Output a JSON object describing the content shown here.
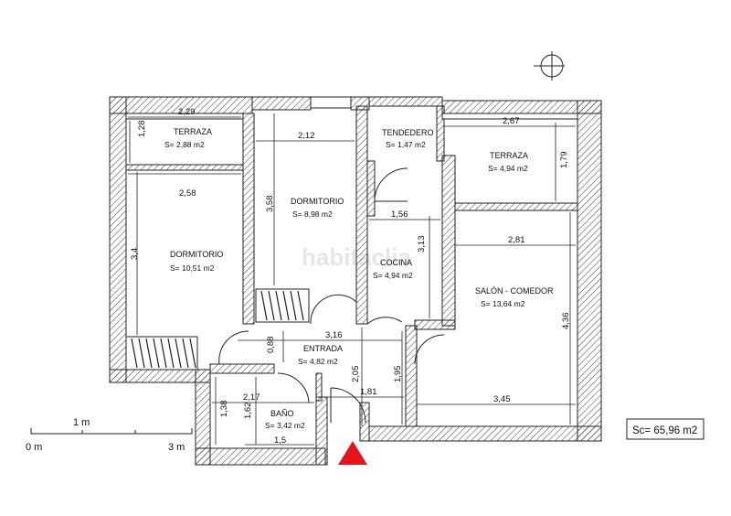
{
  "watermark": "habitaclia",
  "rooms": {
    "terraza_left": {
      "name": "TERRAZA",
      "area": "S= 2,88 m2"
    },
    "dormitorio_1": {
      "name": "DORMITORIO",
      "area": "S= 10,51 m2"
    },
    "dormitorio_2": {
      "name": "DORMITORIO",
      "area": "S= 8,98 m2"
    },
    "tendedero": {
      "name": "TENDEDERO",
      "area": "S= 1,47 m2"
    },
    "terraza_right": {
      "name": "TERRAZA",
      "area": "S= 4,94 m2"
    },
    "cocina": {
      "name": "COCINA",
      "area": "S= 4,94 m2"
    },
    "salon": {
      "name": "SALÓN - COMEDOR",
      "area": "S= 13,64 m2"
    },
    "entrada": {
      "name": "ENTRADA",
      "area": "S= 4,82 m2"
    },
    "bano": {
      "name": "BAÑO",
      "area": "S= 3,42 m2"
    }
  },
  "dimensions": {
    "terraza_left_w": "2,29",
    "terraza_left_h": "1,28",
    "dorm1_w": "2,58",
    "dorm1_h": "3,4",
    "dorm2_w": "2,12",
    "dorm2_h": "3,58",
    "terraza_right_w": "2,67",
    "terraza_right_h": "1,79",
    "cocina_w": "1,56",
    "cocina_h": "3,13",
    "salon_w_top": "2,81",
    "salon_h": "4,36",
    "salon_w_bottom": "3,45",
    "entrada_w": "3,16",
    "entrada_h_left": "0,88",
    "entrada_h_mid": "2,05",
    "entrada_h_right": "1,95",
    "entrada_w_bottom": "1,81",
    "bano_w_top": "2,17",
    "bano_h_left": "1,38",
    "bano_h_right": "1,62",
    "bano_w_bottom": "1,5"
  },
  "scale_bar": {
    "label_1m": "1 m",
    "label_0": "0 m",
    "label_3m": "3 m"
  },
  "total_surface": "Sc= 65,96 m2",
  "colors": {
    "wall_hatch": "#222222",
    "entrance_marker": "#e8141b",
    "watermark": "#e6e6e6"
  }
}
